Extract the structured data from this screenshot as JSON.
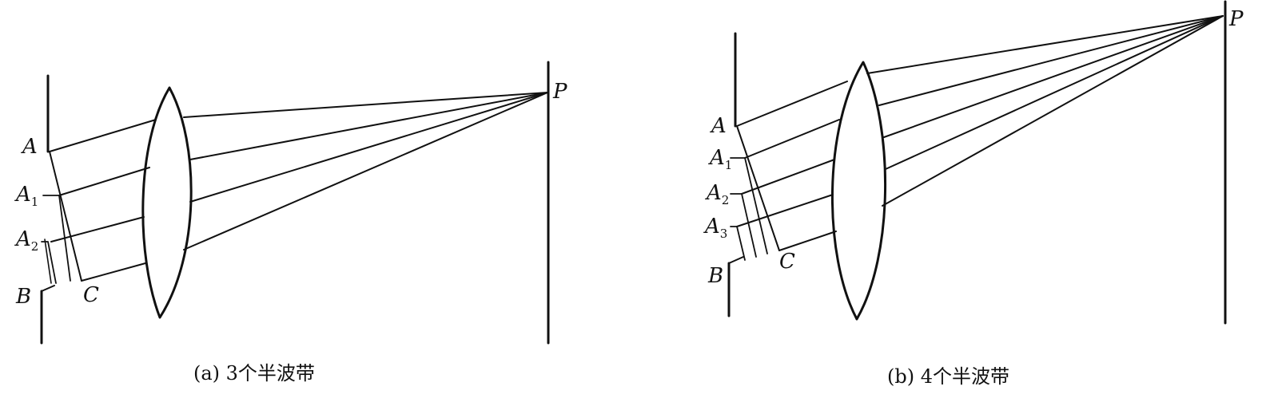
{
  "panel_a": {
    "caption": "(a) 3个半波带",
    "labels": {
      "A": "A",
      "A1": "A",
      "A1_sub": "1",
      "A2": "A",
      "A2_sub": "2",
      "B": "B",
      "C": "C",
      "P": "P"
    }
  },
  "panel_b": {
    "caption": "(b) 4个半波带",
    "labels": {
      "A": "A",
      "A1": "A",
      "A1_sub": "1",
      "A2": "A",
      "A2_sub": "2",
      "A3": "A",
      "A3_sub": "3",
      "B": "B",
      "C": "C",
      "P": "P"
    }
  }
}
